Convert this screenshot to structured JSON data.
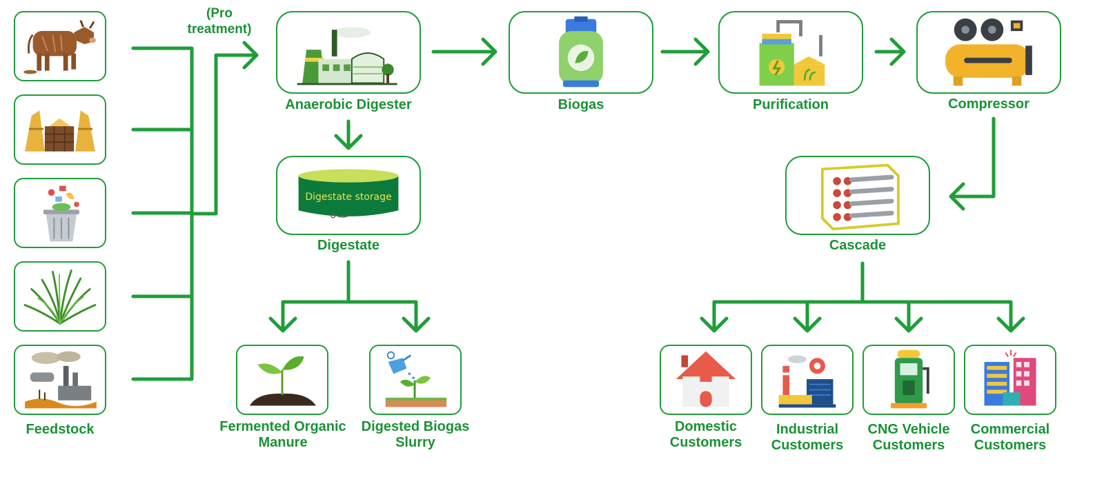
{
  "labels": {
    "feedstock": "Feedstock",
    "pretreatment": "(Pro\ntreatment)",
    "anaerobic_digester": "Anaerobic Digester",
    "biogas": "Biogas",
    "purification": "Purification",
    "compressor": "Compressor",
    "digestate": "Digestate",
    "digestate_storage": "Digestate storage",
    "cascade": "Cascade",
    "fermented_organic_manure": "Fermented Organic\nManure",
    "digested_biogas_slurry": "Digested Biogas\nSlurry",
    "domestic_customers": "Domestic\nCustomers",
    "industrial_customers": "Industrial\nCustomers",
    "cng_vehicle_customers": "CNG Vehicle\nCustomers",
    "commercial_customers": "Commercial\nCustomers"
  },
  "colors": {
    "accent": "#1f9d3a",
    "label": "#1a9235"
  },
  "icons": {
    "feedstock": [
      "cow-icon",
      "hay-icon",
      "waste-bin-icon",
      "grass-icon",
      "industrial-waste-icon"
    ],
    "process": [
      "digester-plant-icon",
      "gas-cylinder-icon",
      "purification-plant-icon",
      "compressor-icon",
      "storage-tank-icon",
      "cylinder-cascade-icon"
    ],
    "outputs": [
      "sprout-icon",
      "watering-can-icon"
    ],
    "customers": [
      "house-icon",
      "factory-icon",
      "fuel-pump-icon",
      "buildings-icon"
    ]
  }
}
